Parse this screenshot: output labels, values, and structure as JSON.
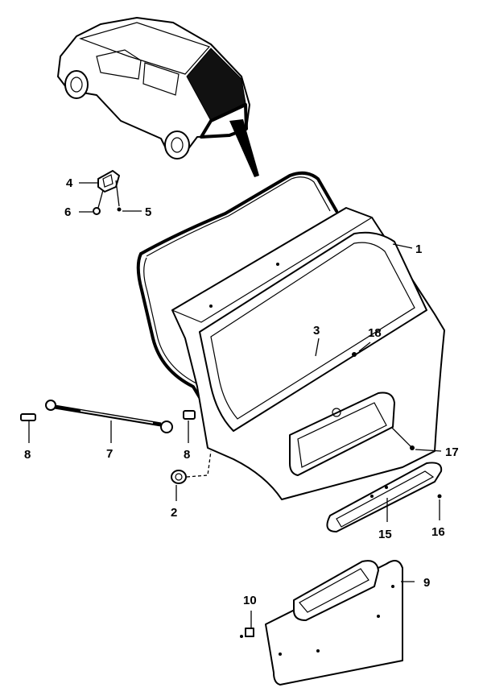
{
  "callouts": [
    {
      "id": "c1",
      "text": "1"
    },
    {
      "id": "c2",
      "text": "2"
    },
    {
      "id": "c3",
      "text": "3"
    },
    {
      "id": "c4",
      "text": "4"
    },
    {
      "id": "c5",
      "text": "5"
    },
    {
      "id": "c6",
      "text": "6"
    },
    {
      "id": "c7",
      "text": "7"
    },
    {
      "id": "c8a",
      "text": "8"
    },
    {
      "id": "c8b",
      "text": "8"
    },
    {
      "id": "c9",
      "text": "9"
    },
    {
      "id": "c10",
      "text": "10"
    },
    {
      "id": "c15",
      "text": "15"
    },
    {
      "id": "c16",
      "text": "16"
    },
    {
      "id": "c17",
      "text": "17"
    },
    {
      "id": "c18",
      "text": "18"
    }
  ]
}
